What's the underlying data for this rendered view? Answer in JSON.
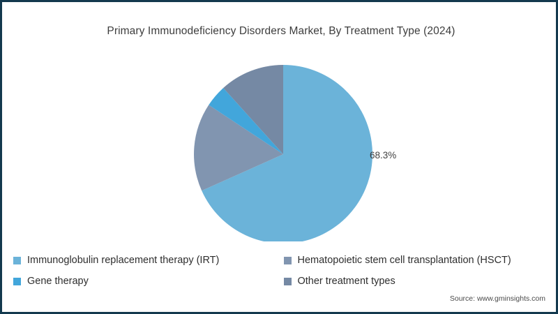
{
  "chart_data": {
    "type": "pie",
    "title": "Primary Immunodeficiency Disorders Market, By Treatment Type (2024)",
    "xlabel": "",
    "ylabel": "",
    "legend_position": "bottom",
    "grid": false,
    "start_angle_deg": 0,
    "direction": "clockwise",
    "categories": [
      "Immunoglobulin replacement therapy (IRT)",
      "Hematopoietic stem cell transplantation (HSCT)",
      "Gene therapy",
      "Other treatment types"
    ],
    "values": [
      68.3,
      16.0,
      4.0,
      11.7
    ],
    "colors": [
      "#6BB3D9",
      "#8195B0",
      "#42A6DB",
      "#7589A4"
    ],
    "slices": [
      {
        "label": "Immunoglobulin replacement therapy (IRT)",
        "value": 68.3,
        "display_value": "68.3%",
        "color": "#6BB3D9",
        "labeled": true
      },
      {
        "label": "Hematopoietic stem cell transplantation (HSCT)",
        "value": 16.0,
        "display_value": "",
        "color": "#8195B0",
        "labeled": false
      },
      {
        "label": "Gene therapy",
        "value": 4.0,
        "display_value": "",
        "color": "#42A6DB",
        "labeled": false
      },
      {
        "label": "Other treatment types",
        "value": 11.7,
        "display_value": "",
        "color": "#7589A4",
        "labeled": false
      }
    ],
    "annotations": [
      {
        "text": "68.3%",
        "target": "Immunoglobulin replacement therapy (IRT)"
      }
    ]
  },
  "title": "Primary Immunodeficiency Disorders Market, By Treatment Type (2024)",
  "data_label": "68.3%",
  "legend": {
    "items": [
      {
        "label": "Immunoglobulin replacement therapy (IRT)",
        "color": "#6BB3D9"
      },
      {
        "label": "Hematopoietic stem cell transplantation (HSCT)",
        "color": "#8195B0"
      },
      {
        "label": "Gene therapy",
        "color": "#42A6DB"
      },
      {
        "label": "Other treatment types",
        "color": "#7589A4"
      }
    ]
  },
  "source": "Source: www.gminsights.com",
  "theme": {
    "border_color": "#13394E",
    "background": "#ffffff",
    "title_color": "#3d3d3d"
  }
}
